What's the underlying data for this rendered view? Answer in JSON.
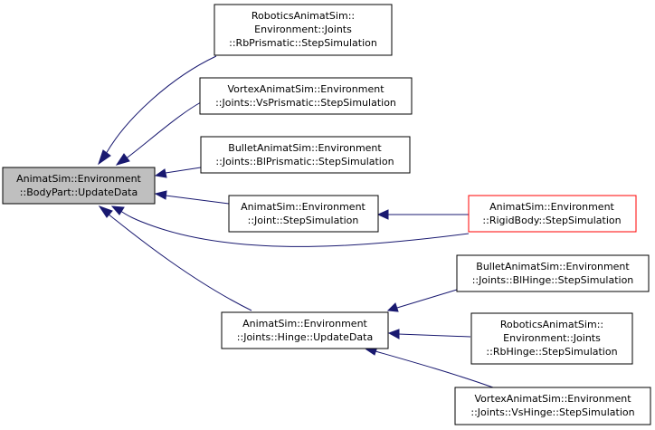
{
  "colors": {
    "edge": "#191970",
    "focus_fill": "#bfbfbf",
    "highlight_border": "#ff0000"
  },
  "nodes": {
    "update_data": [
      "AnimatSim::Environment",
      "::BodyPart::UpdateData"
    ],
    "robotics_prismatic": [
      "RoboticsAnimatSim::",
      "Environment::Joints",
      "::RbPrismatic::StepSimulation"
    ],
    "vortex_prismatic": [
      "VortexAnimatSim::Environment",
      "::Joints::VsPrismatic::StepSimulation"
    ],
    "bullet_prismatic": [
      "BulletAnimatSim::Environment",
      "::Joints::BlPrismatic::StepSimulation"
    ],
    "joint_step": [
      "AnimatSim::Environment",
      "::Joint::StepSimulation"
    ],
    "rigidbody_step": [
      "AnimatSim::Environment",
      "::RigidBody::StepSimulation"
    ],
    "hinge_update": [
      "AnimatSim::Environment",
      "::Joints::Hinge::UpdateData"
    ],
    "bullet_hinge": [
      "BulletAnimatSim::Environment",
      "::Joints::BlHinge::StepSimulation"
    ],
    "robotics_hinge": [
      "RoboticsAnimatSim::",
      "Environment::Joints",
      "::RbHinge::StepSimulation"
    ],
    "vortex_hinge": [
      "VortexAnimatSim::Environment",
      "::Joints::VsHinge::StepSimulation"
    ]
  }
}
